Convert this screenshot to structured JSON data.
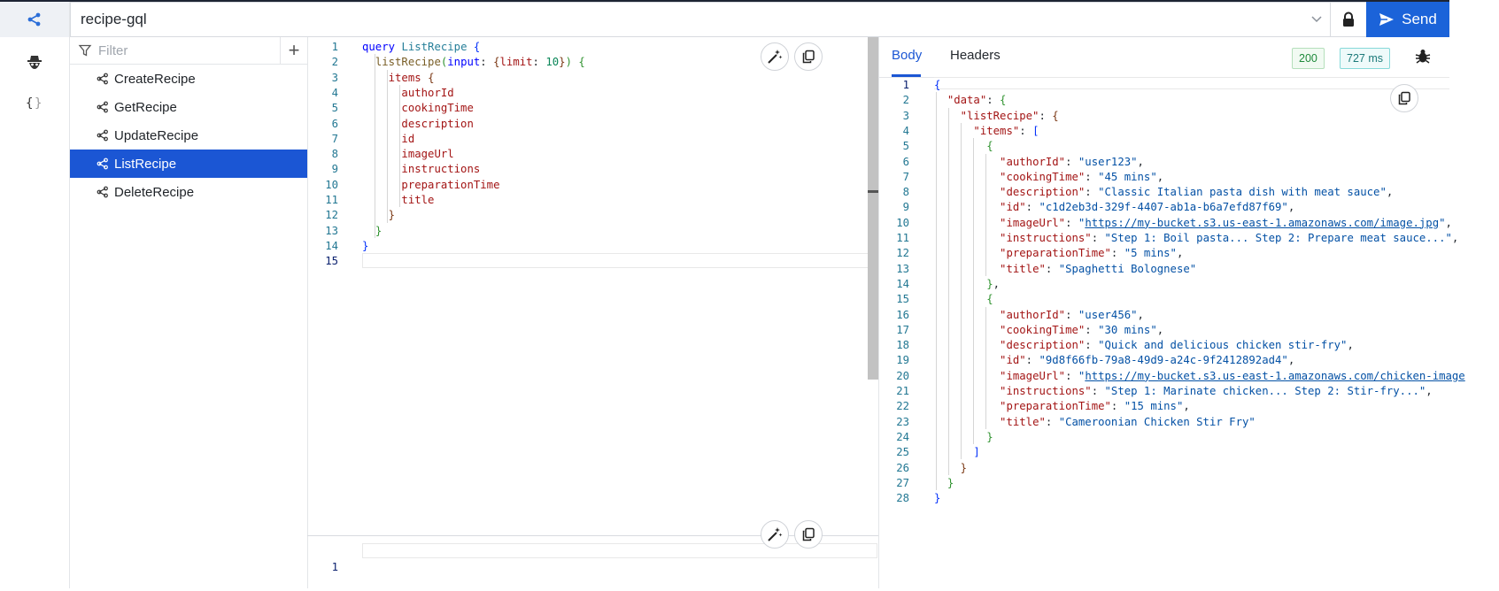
{
  "app": {
    "url_value": "recipe-gql",
    "send_label": "Send"
  },
  "rail": {
    "items": [
      {
        "icon": "graphql-icon",
        "active": true
      },
      {
        "icon": "incognito-icon",
        "active": false
      },
      {
        "icon": "braces-icon",
        "active": false
      }
    ]
  },
  "operations": {
    "filter_placeholder": "Filter",
    "add_label": "+",
    "items": [
      {
        "label": "CreateRecipe",
        "active": false
      },
      {
        "label": "GetRecipe",
        "active": false
      },
      {
        "label": "UpdateRecipe",
        "active": false
      },
      {
        "label": "ListRecipe",
        "active": true
      },
      {
        "label": "DeleteRecipe",
        "active": false
      }
    ]
  },
  "editor": {
    "lines": [
      "query ListRecipe {",
      "  listRecipe(input: {limit: 10}) {",
      "    items {",
      "      authorId",
      "      cookingTime",
      "      description",
      "      id",
      "      imageUrl",
      "      instructions",
      "      preparationTime",
      "      title",
      "    }",
      "  }",
      "}",
      ""
    ],
    "current_line": 15,
    "variables_line_number": "1"
  },
  "response": {
    "tabs": [
      {
        "label": "Body",
        "active": true
      },
      {
        "label": "Headers",
        "active": false
      }
    ],
    "status_code": "200",
    "elapsed": "727 ms",
    "current_line": 1,
    "lines": [
      "{",
      "  \"data\": {",
      "    \"listRecipe\": {",
      "      \"items\": [",
      "        {",
      "          \"authorId\": \"user123\",",
      "          \"cookingTime\": \"45 mins\",",
      "          \"description\": \"Classic Italian pasta dish with meat sauce\",",
      "          \"id\": \"c1d2eb3d-329f-4407-ab1a-b6a7efd87f69\",",
      "          \"imageUrl\": \"https://my-bucket.s3.us-east-1.amazonaws.com/image.jpg\",",
      "          \"instructions\": \"Step 1: Boil pasta... Step 2: Prepare meat sauce...\",",
      "          \"preparationTime\": \"5 mins\",",
      "          \"title\": \"Spaghetti Bolognese\"",
      "        },",
      "        {",
      "          \"authorId\": \"user456\",",
      "          \"cookingTime\": \"30 mins\",",
      "          \"description\": \"Quick and delicious chicken stir-fry\",",
      "          \"id\": \"9d8f66fb-79a8-49d9-a24c-9f2412892ad4\",",
      "          \"imageUrl\": \"https://my-bucket.s3.us-east-1.amazonaws.com/chicken-image",
      "          \"instructions\": \"Step 1: Marinate chicken... Step 2: Stir-fry...\",",
      "          \"preparationTime\": \"15 mins\",",
      "          \"title\": \"Cameroonian Chicken Stir Fry\"",
      "        }",
      "      ]",
      "    }",
      "  }",
      "}"
    ]
  },
  "colors": {
    "accent": "#1b56d4",
    "send": "#1b63d9",
    "status_ok": "#1f8a3b",
    "time_badge": "#1c7a7a"
  }
}
